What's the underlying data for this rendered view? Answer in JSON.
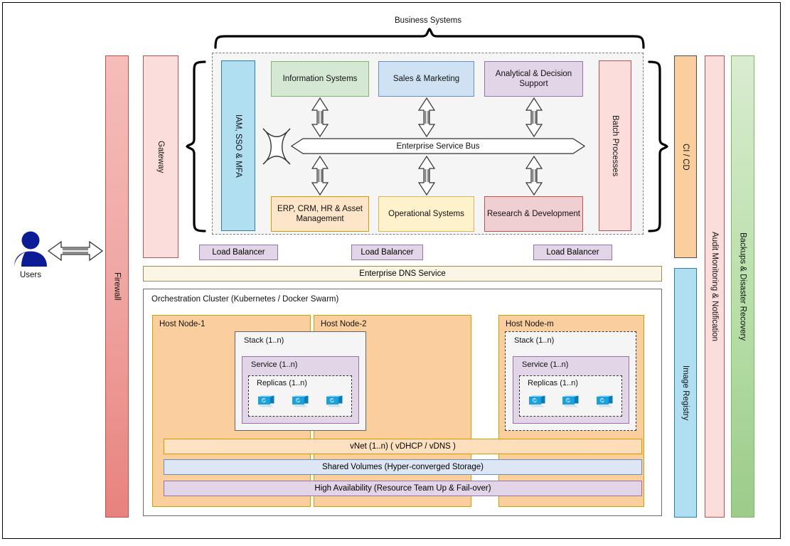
{
  "diagram": {
    "title": "Business Systems",
    "users": {
      "label": "Users",
      "icon": "user-icon",
      "link_icon": "double-arrow-icon"
    },
    "pillars": {
      "firewall": "Firewall",
      "gateway": "Gateway",
      "batch": "Batch Processes",
      "cicd": "CI / CD",
      "image_registry": "Image Registry",
      "audit": "Audit Monitoring & Notification",
      "backups": "Backups & Disaster Recovery"
    },
    "business_systems": {
      "iam": "IAM, SSO & MFA",
      "bus": "Enterprise Service Bus",
      "top_row": [
        {
          "label": "Information Systems",
          "fill": "#d5e8d4",
          "stroke": "#82b366"
        },
        {
          "label": "Sales & Marketing",
          "fill": "#cfe2f3",
          "stroke": "#6c8ebf"
        },
        {
          "label": "Analytical & Decision Support",
          "fill": "#e1d5e7",
          "stroke": "#9673a6"
        }
      ],
      "bottom_row": [
        {
          "label": "ERP, CRM, HR & Asset Management",
          "fill": "#fde5ca",
          "stroke": "#d79b00"
        },
        {
          "label": "Operational Systems",
          "fill": "#fdf2cc",
          "stroke": "#d6b656"
        },
        {
          "label": "Research & Development",
          "fill": "#f0cfd2",
          "stroke": "#b85450"
        }
      ]
    },
    "load_balancers": [
      "Load Balancer",
      "Load Balancer",
      "Load Balancer"
    ],
    "dns": "Enterprise DNS Service",
    "orchestration": {
      "label": "Orchestration Cluster (Kubernetes / Docker Swarm)",
      "nodes": [
        {
          "label": "Host Node-1"
        },
        {
          "label": "Host Node-2"
        },
        {
          "label": "Host Node-m"
        }
      ],
      "stack": "Stack (1..n)",
      "service": "Service (1..n)",
      "replicas": "Replicas (1..n)",
      "replica_count": 3,
      "replica_icon": "container-icon",
      "shared": {
        "vnet": "vNet (1..n)  ( vDHCP / vDNS )",
        "volumes": "Shared Volumes (Hyper-converged Storage)",
        "ha": "High Availability (Resource Team Up & Fail-over)"
      }
    },
    "colors": {
      "accent_red": "#b85450",
      "accent_green": "#82b366",
      "accent_blue": "#6c8ebf",
      "accent_purple": "#9673a6",
      "accent_orange": "#d79b00",
      "user_blue": "#0c1c96"
    }
  }
}
